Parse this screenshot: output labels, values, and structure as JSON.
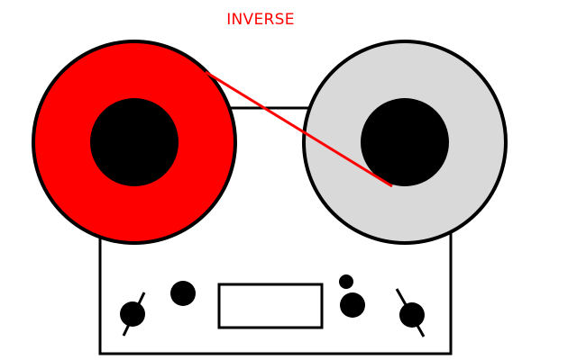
{
  "mode_label": "INVERSE",
  "colors": {
    "accent": "#ff0000",
    "outline": "#000000",
    "idle_reel": "#d9d9d9",
    "deck_body": "#ffffff",
    "background": "#ffffff"
  },
  "reels": {
    "left": {
      "state": "active",
      "color": "accent"
    },
    "right": {
      "state": "idle",
      "color": "idle_reel"
    }
  },
  "icons": {
    "tape_path": "tape-line",
    "left_knob": "rotary-knob",
    "right_knob": "rotary-knob"
  }
}
